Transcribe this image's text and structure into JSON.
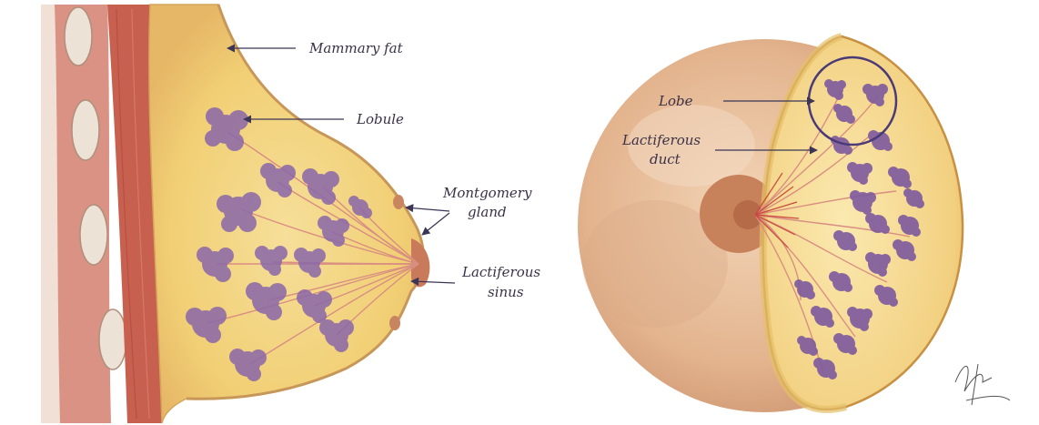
{
  "left_panel": {
    "labels": {
      "mammary_fat": "Mammary fat",
      "lobule": "Lobule",
      "montgomery_line1": "Montgomery",
      "montgomery_line2": "gland",
      "sinus_line1": "Lactiferous",
      "sinus_line2": "sinus"
    }
  },
  "right_panel": {
    "labels": {
      "lobe": "Lobe",
      "duct_line1": "Lactiferous",
      "duct_line2": "duct"
    }
  },
  "colors": {
    "muscle": "#c8604f",
    "fat": "#f2cf77",
    "skin": "#e7b98f",
    "lobule": "#8a67a9",
    "duct": "#d98e82",
    "arrow": "#3b3656",
    "lobe_circle": "#4b3a78"
  }
}
